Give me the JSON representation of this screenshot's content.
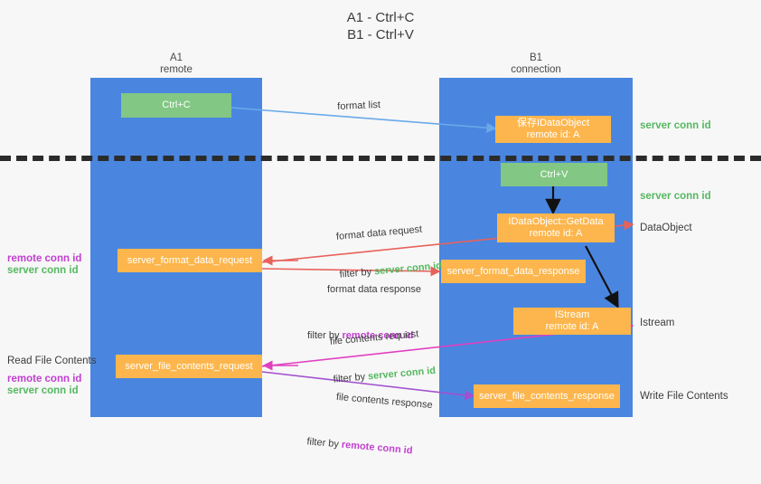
{
  "title": "A1 - Ctrl+C\nB1 - Ctrl+V",
  "columns": [
    {
      "name": "A1",
      "sub": "remote",
      "label": "A1\nremote"
    },
    {
      "name": "B1",
      "sub": "connection",
      "label": "B1\nconnection"
    }
  ],
  "colors": {
    "lane": "#4a86e0",
    "green_box": "#82c784",
    "orange_box": "#fcb64d",
    "server_conn_id": "#55b860",
    "remote_conn_id": "#c23fd0",
    "divider": "#2b2b2b",
    "arrow_blue": "#6aa9e9",
    "arrow_red": "#e8615a",
    "arrow_magenta": "#e040c0",
    "arrow_purple": "#a24fd0",
    "arrow_black": "#000000",
    "background": "#f7f7f7"
  },
  "nodes": {
    "ctrl_c": {
      "label": "Ctrl+C",
      "kind": "green"
    },
    "ctrl_v": {
      "label": "Ctrl+V",
      "kind": "green"
    },
    "save_idataobject": {
      "label": "保存IDataObject\nremote id: A",
      "kind": "orange"
    },
    "getdata": {
      "label": "IDataObject::GetData\nremote id: A",
      "kind": "orange"
    },
    "istream": {
      "label": "IStream\nremote id: A",
      "kind": "orange"
    },
    "server_format_data_request": {
      "label": "server_format_data_request",
      "kind": "orange"
    },
    "server_format_data_response": {
      "label": "server_format_data_response",
      "kind": "orange"
    },
    "server_file_contents_request": {
      "label": "server_file_contents_request",
      "kind": "orange"
    },
    "server_file_contents_response": {
      "label": "server_file_contents_response",
      "kind": "orange"
    }
  },
  "right_labels": [
    {
      "text": "server conn id",
      "style": "green"
    },
    {
      "text": "server conn id",
      "style": "green"
    },
    {
      "text": "DataObject",
      "style": "dark"
    },
    {
      "text": "Istream",
      "style": "dark"
    },
    {
      "text": "Write File Contents",
      "style": "dark"
    }
  ],
  "left_labels": {
    "group_one": {
      "remote": "remote conn id",
      "server": "server conn id"
    },
    "read_file_contents": "Read File Contents",
    "group_two": {
      "remote": "remote conn id",
      "server": "server conn id"
    }
  },
  "arrow_labels": {
    "format_list": "format list",
    "format_data_request": "format data request",
    "format_data_request_filter_prefix": "filter by ",
    "format_data_request_filter_value": "server conn id",
    "format_data_response": "format data response",
    "format_data_response_filter_prefix": "filter by ",
    "format_data_response_filter_value": "remote conn id",
    "file_contents_request": "file contents request",
    "file_contents_request_filter_prefix": "filter by ",
    "file_contents_request_filter_value": "server conn id",
    "file_contents_response": "file contents response",
    "file_contents_response_filter_prefix": "filter by ",
    "file_contents_response_filter_value": "remote conn id"
  }
}
